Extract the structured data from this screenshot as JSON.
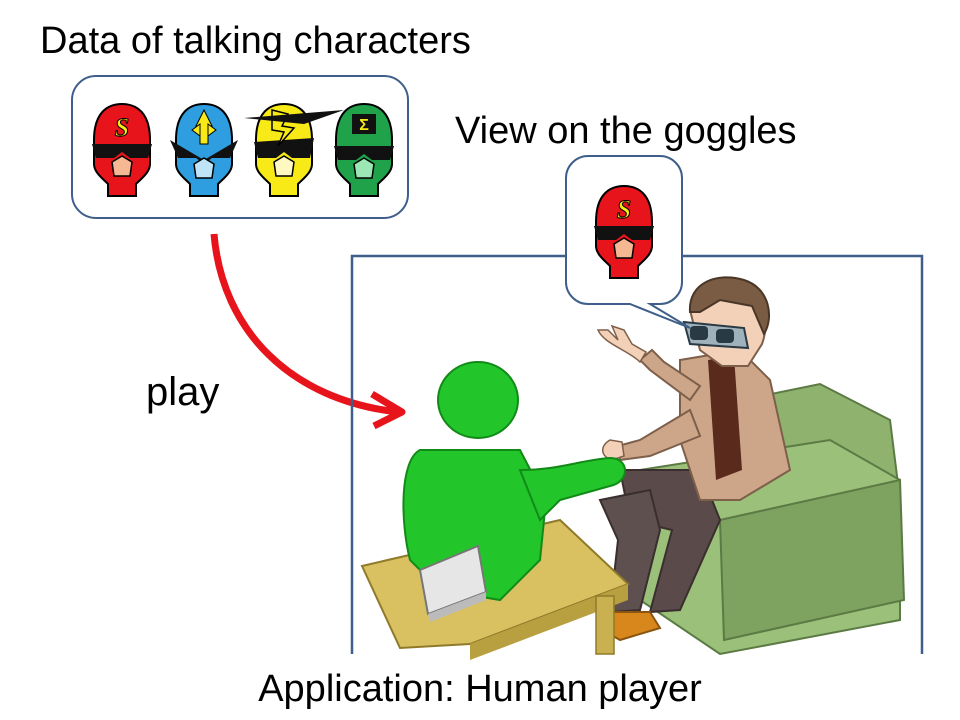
{
  "title": "Data of talking characters",
  "goggles_label": "View on the goggles",
  "play_label": "play",
  "caption": "Application: Human player",
  "characters": [
    {
      "name": "red",
      "color": "#e8141c",
      "emblem": "S"
    },
    {
      "name": "blue",
      "color": "#2e9ee0",
      "emblem": "arrows"
    },
    {
      "name": "yellow",
      "color": "#f7ea16",
      "emblem": "lightning"
    },
    {
      "name": "green",
      "color": "#1fa24a",
      "emblem": "Σ"
    }
  ],
  "colors": {
    "arrow": "#e8141c",
    "frame": "#3f5f8a",
    "robot": "#22c62a",
    "sofa": "#8fb36e",
    "table": "#d9c060"
  }
}
